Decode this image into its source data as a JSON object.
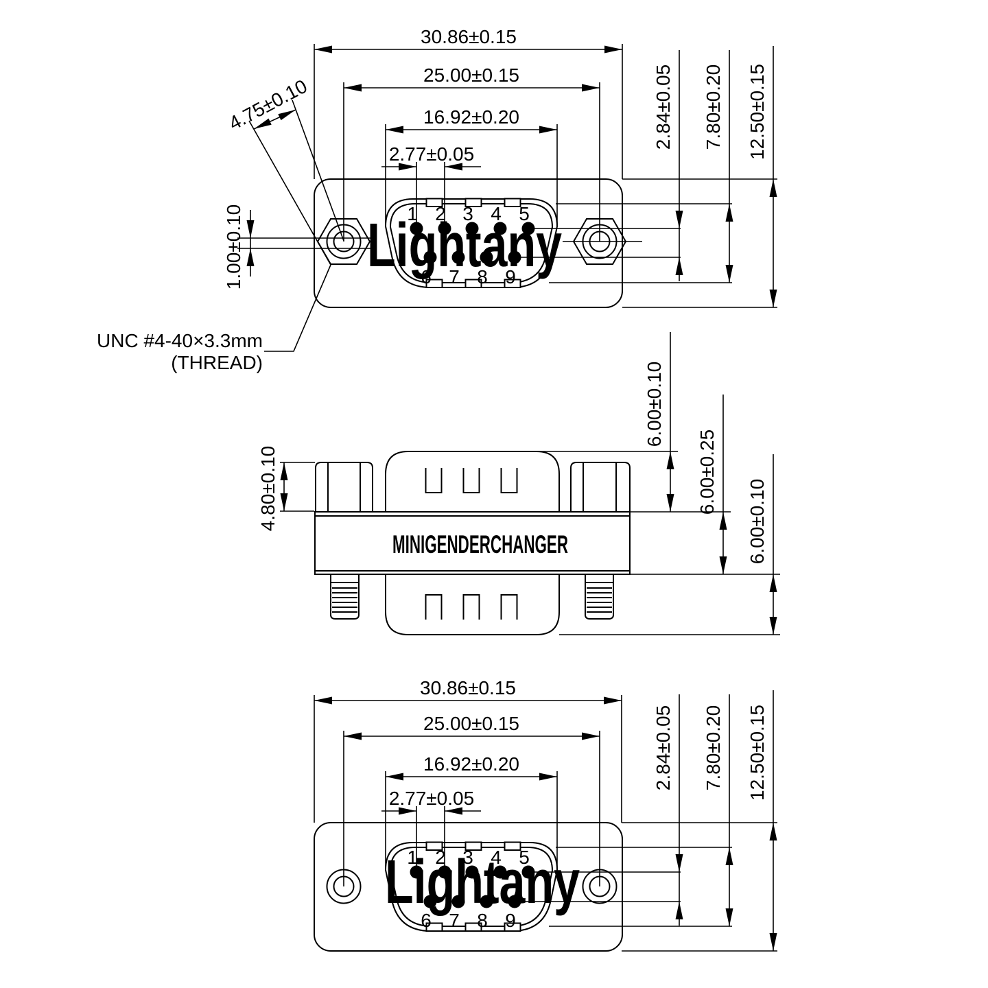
{
  "watermark": {
    "text": "Lightany",
    "color": "#f3c6c6"
  },
  "front_view": {
    "dim_overall_width": "30.86±0.15",
    "dim_screw_spacing": "25.00±0.15",
    "dim_shell_width": "16.92±0.20",
    "dim_pin_pitch": "2.77±0.05",
    "dim_screw_diagonal": "4.75±0.10",
    "dim_centerline_offset": "1.00±0.10",
    "dim_pin_row_spacing": "2.84±0.05",
    "dim_shell_height": "7.80±0.20",
    "dim_body_height": "12.50±0.15",
    "thread_note_line1": "UNC #4-40×3.3mm",
    "thread_note_line2": "(THREAD)",
    "pin_numbers_top": [
      "1",
      "2",
      "3",
      "4",
      "5"
    ],
    "pin_numbers_bottom": [
      "6",
      "7",
      "8",
      "9"
    ]
  },
  "side_view": {
    "label": "MINIGENDERCHANGER",
    "dim_standoff_height": "4.80±0.10",
    "dim_connector_height": "6.00±0.10",
    "dim_body_thickness": "6.00±0.25",
    "dim_screw_height": "6.00±0.10"
  },
  "rear_view": {
    "dim_overall_width": "30.86±0.15",
    "dim_screw_spacing": "25.00±0.15",
    "dim_shell_width": "16.92±0.20",
    "dim_pin_pitch": "2.77±0.05",
    "dim_pin_row_spacing": "2.84±0.05",
    "dim_shell_height": "7.80±0.20",
    "dim_body_height": "12.50±0.15",
    "pin_numbers_top": [
      "1",
      "2",
      "3",
      "4",
      "5"
    ],
    "pin_numbers_bottom": [
      "6",
      "7",
      "8",
      "9"
    ]
  }
}
